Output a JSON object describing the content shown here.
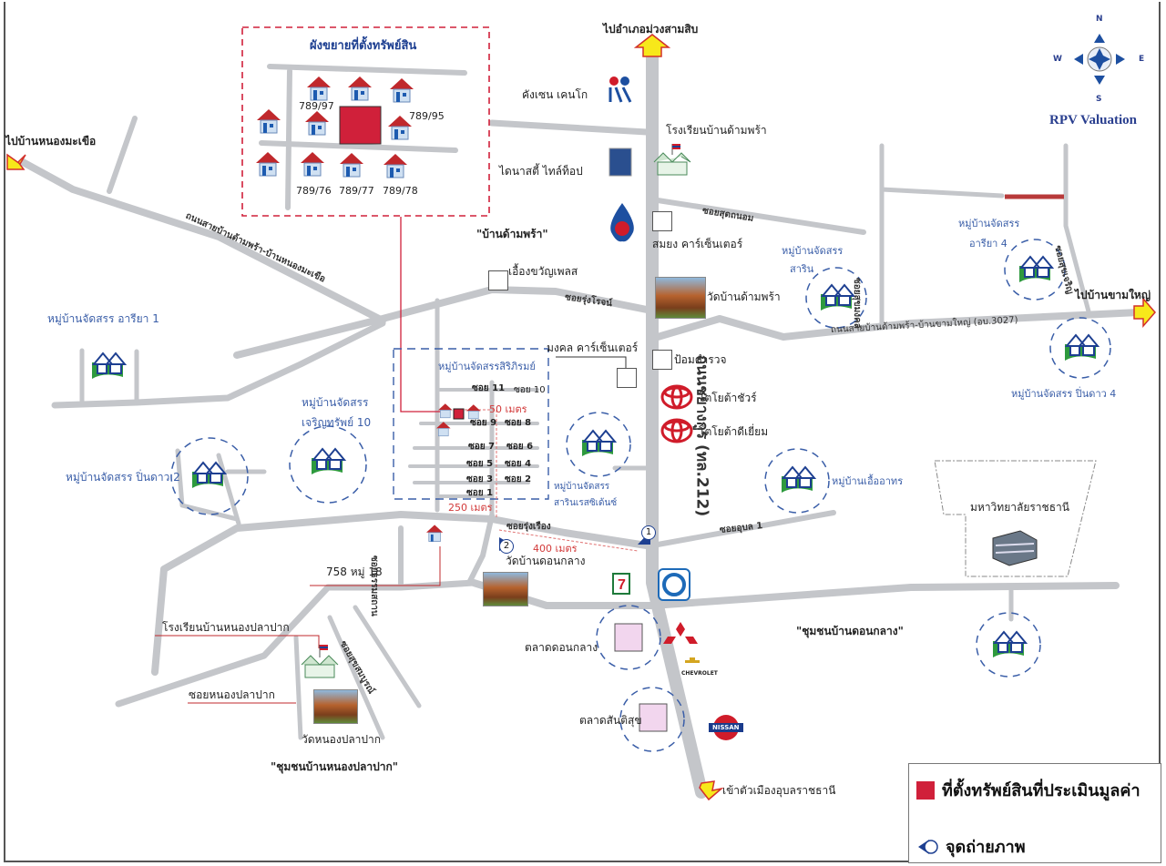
{
  "title": {
    "compass_label": "RPV  Valuation",
    "compass": {
      "n": "N",
      "s": "S",
      "e": "E",
      "w": "W"
    }
  },
  "inset": {
    "title": "ผังขยายที่ตั้งทรัพย์สิน",
    "house_labels": [
      "789/97",
      "789/95",
      "789/76",
      "789/77",
      "789/78"
    ]
  },
  "directions": {
    "north": "ไปอำเภอม่วงสามสิบ",
    "west": "ไปบ้านหนองมะเขือ",
    "east": "ไปบ้านขามใหญ่",
    "south": "เข้าตัวเมืองอุบลราชธานี"
  },
  "roads": {
    "main_highway": "ถนนชยางกูร (ทล.212)",
    "west_road": "ถนนสายบ้านด้ามพร้า-บ้านหนองมะเขือ",
    "east_road": "ถนนสายบ้านด้ามพร้า-บ้านขามใหญ่ (อบ.3027)",
    "soi_sudthanom": "ซอยสุดถนอม",
    "soi_rungroj": "ซอยรุ่งโรจน์",
    "soi_rungrueang": "ซอยรุ่งเรือง",
    "soi_ubon1": "ซอยอุบล 1",
    "soi_east_vertical": "ซอยสุขมงคล",
    "soi_far_east": "ซอยสุขเจริญ",
    "soi_thamsathan": "ซอยธรรมสถาน",
    "soi_south": "ซอยสุขสมบูรณ์",
    "soi_nongplapak": "ซอยหนองปลาปาก"
  },
  "landmarks": {
    "kangzhen": "คังเซน เคนโก",
    "school_damphra": "โรงเรียนบ้านด้ามพร้า",
    "dynasty": "ไดนาสตี้ ไทล์ท็อป",
    "ban_damphra": "\"บ้านด้ามพร้า\"",
    "samyong": "สมยง คาร์เซ็นเตอร์",
    "wat_damphra": "วัดบ้านด้ามพร้า",
    "chuengkhwan": "เอื้องขวัญเพลส",
    "mongkol": "มงคล คาร์เซ็นเตอร์",
    "police": "ป้อมตำรวจ",
    "toyota_sure": "โตโยต้าชัวร์",
    "toyota_deeyiam": "โตโยต้าดีเยี่ยม",
    "wat_donklang": "วัดบ้านดอนกลาง",
    "house_758": "758 หมู่ 18",
    "school_nongplapak": "โรงเรียนบ้านหนองปลาปาก",
    "wat_nongplapak": "วัดหนองปลาปาก",
    "community_nongplapak": "\"ชุมชนบ้านหนองปลาปาก\"",
    "community_donklang": "\"ชุมชนบ้านดอนกลาง\"",
    "market_donklang": "ตลาดดอนกลาง",
    "market_santisuk": "ตลาดสันติสุข",
    "university": "มหาวิทยาลัยราชธานี",
    "chevrolet": "CHEVROLET",
    "nissan": "NISSAN"
  },
  "villages": {
    "ariya1": "หมู่บ้านจัดสรร อารียา 1",
    "charoensap_l1": "หมู่บ้านจัดสรร",
    "charoensap_l2": "เจริญทรัพย์ 10",
    "pindao2": "หมู่บ้านจัดสรร ปิ่นดาว 2",
    "siriphirom": "หมู่บ้านจัดสรรสิริภิรมย์",
    "sarin_res_l1": "หมู่บ้านจัดสรร",
    "sarin_res_l2": "สารินเรสซิเด้นซ์",
    "sarin_l1": "หมู่บ้านจัดสรร",
    "sarin_l2": "สาริน",
    "ariya4_l1": "หมู่บ้านจัดสรร",
    "ariya4_l2": "อารียา 4",
    "pindao4": "หมู่บ้านจัดสรร ปิ่นดาว 4",
    "ueaarthorn": "หมู่บ้านเอื้ออาทร"
  },
  "sois": [
    "ซอย 11",
    "ซอย 10",
    "ซอย 9",
    "ซอย 8",
    "ซอย 7",
    "ซอย 6",
    "ซอย 5",
    "ซอย 4",
    "ซอย 3",
    "ซอย 2",
    "ซอย 1"
  ],
  "distances": {
    "d50": "50 เมตร",
    "d250": "250 เมตร",
    "d400": "400 เมตร"
  },
  "photo_points": [
    "1",
    "2"
  ],
  "legend": {
    "property": "ที่ตั้งทรัพย์สินที่ประเมินมูลค่า",
    "photo_point": "จุดถ่ายภาพ"
  },
  "colors": {
    "road": "#c4c6ca",
    "property": "#d0203a",
    "village_text": "#3a5ea8",
    "arrow_fill": "#f7e81a",
    "arrow_stroke": "#d2302a",
    "marker_blue": "#1d3f91"
  }
}
